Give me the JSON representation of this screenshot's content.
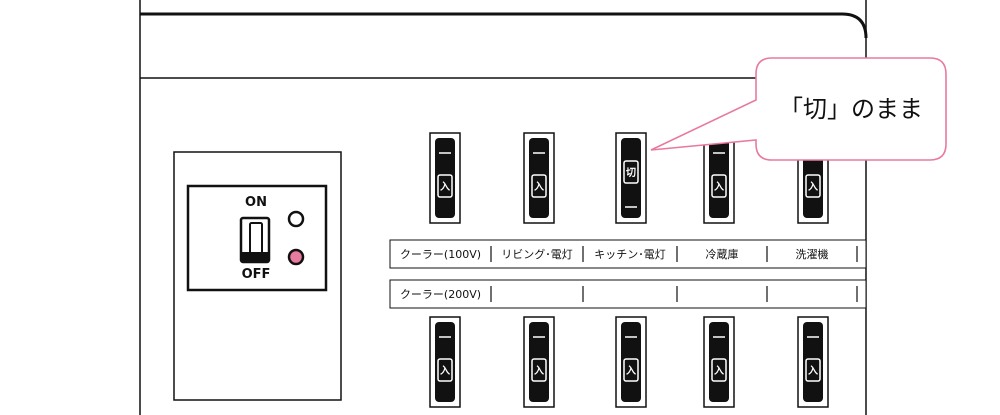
{
  "main_switch": {
    "on_label": "ON",
    "off_label": "OFF",
    "indicator_color": "#e87aa0"
  },
  "breaker_labels": {
    "on": "入",
    "off": "切"
  },
  "top_row": [
    {
      "label": "クーラー(100V)",
      "state": "on"
    },
    {
      "label": "リビング･電灯",
      "state": "on"
    },
    {
      "label": "キッチン･電灯",
      "state": "off"
    },
    {
      "label": "冷蔵庫",
      "state": "on"
    },
    {
      "label": "洗濯機",
      "state": "on"
    }
  ],
  "bottom_row": [
    {
      "label": "クーラー(200V)",
      "state": "on"
    },
    {
      "label": "",
      "state": "on"
    },
    {
      "label": "",
      "state": "on"
    },
    {
      "label": "",
      "state": "on"
    },
    {
      "label": "",
      "state": "on"
    }
  ],
  "callout": {
    "text": "「切」のまま",
    "border_color": "#e87aa0"
  }
}
